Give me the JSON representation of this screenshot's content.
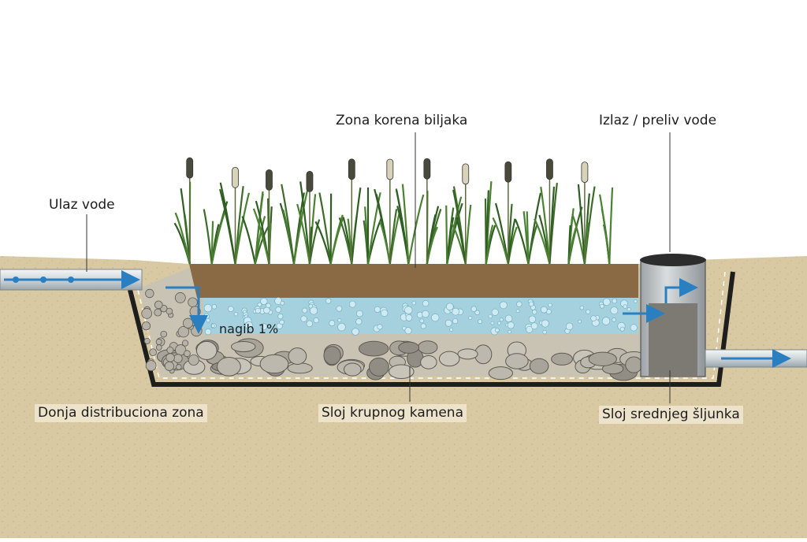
{
  "labels": {
    "inlet": "Ulaz vode",
    "root_zone": "Zona korena biljaka",
    "outlet": "Izlaz / preliv vode",
    "slope": "nagib  1%",
    "bottom_distribution": "Donja distribuciona zona",
    "coarse_stone_layer": "Sloj krupnog kamena",
    "medium_gravel_layer": "Sloj srednjeg šljunka"
  },
  "colors": {
    "soil": "#d9c9a3",
    "water": "#9fd4e6",
    "water_arrow": "#2a7fc1",
    "plants": "#3c6b2a",
    "liner": "#1e1e1e",
    "stone": "#b0aca3"
  }
}
